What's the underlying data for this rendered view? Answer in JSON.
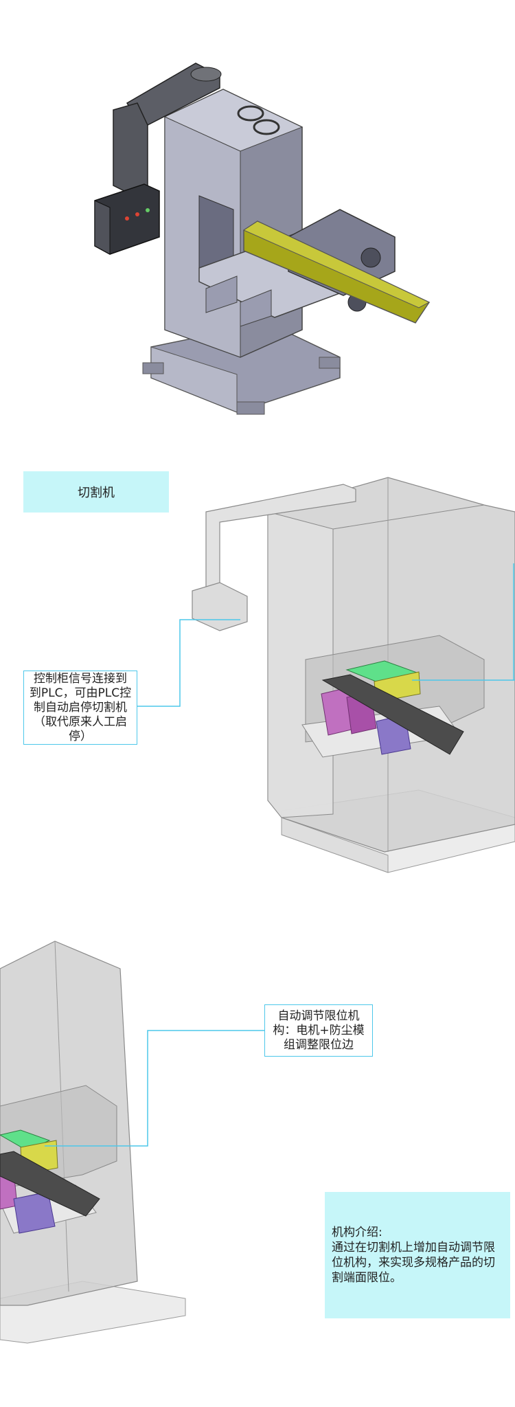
{
  "title_label": "切割机",
  "callouts": {
    "control_cabinet": "控制柜信号连接到到PLC，可由PLC控制自动启停切割机（取代原来人工启停）",
    "auto_limit": "自动调节限位机构：电机+防尘模组调整限位边"
  },
  "intro": {
    "heading": "机构介绍:",
    "body": "通过在切割机上增加自动调节限位机构，来实现多规格产品的切割端面限位。"
  },
  "colors": {
    "accent_box": "#c6f6f9",
    "callout_border": "#4cc7ea",
    "machine_body": "#8a8c9e",
    "conveyor": "#a6a61a",
    "transparent_body": "#cfcfcf",
    "limit_module_green": "#5fe08a",
    "limit_module_yellow": "#d8d84a",
    "fixture_pink": "#c070c0",
    "fixture_purple": "#8a78c8"
  }
}
